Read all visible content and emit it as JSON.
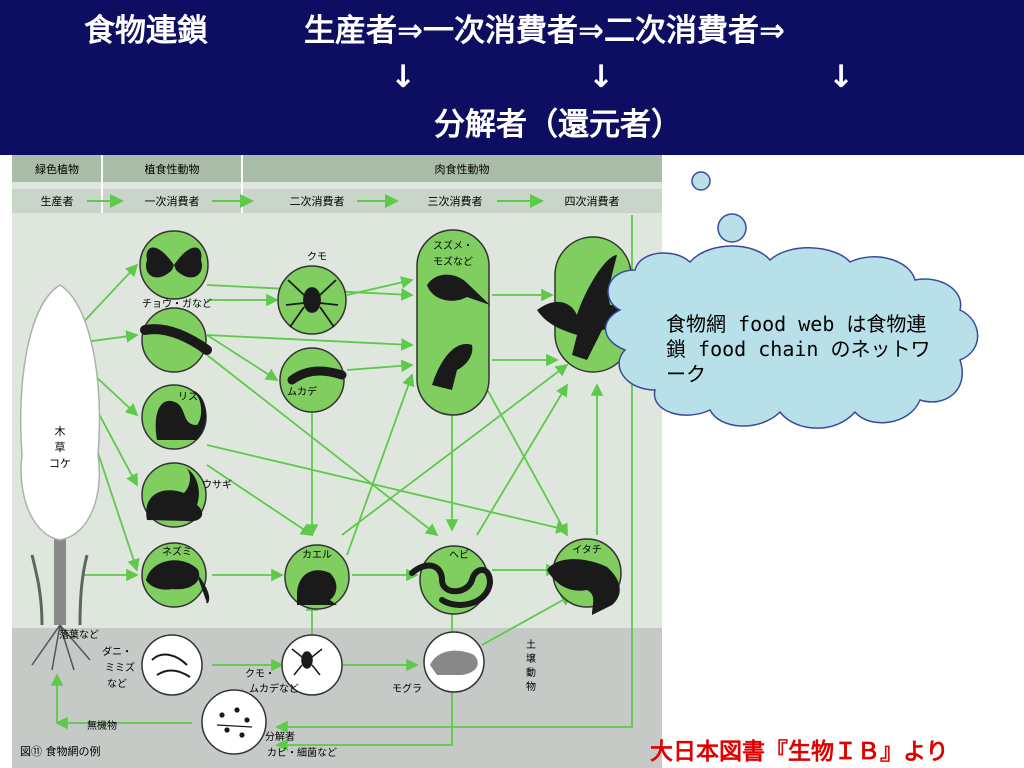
{
  "header": {
    "title": "食物連鎖",
    "chain": "生産者⇒一次消費者⇒二次消費者⇒",
    "arrow": "↓",
    "decomposer": "分解者（還元者）"
  },
  "diagram": {
    "categories": [
      "緑色植物",
      "植食性動物",
      "肉食性動物"
    ],
    "levels": [
      "生産者",
      "一次消費者",
      "二次消費者",
      "三次消費者",
      "四次消費者"
    ],
    "plant_label": [
      "木",
      "草",
      "コケ"
    ],
    "organisms": {
      "butterfly": "チョウ・ガなど",
      "squirrel": "リス",
      "rabbit": "ウサギ",
      "mouse": "ネズミ",
      "spider": "クモ",
      "centipede": "ムカデ",
      "frog": "カエル",
      "birds": [
        "スズメ・",
        "モズなど"
      ],
      "snake": "ヘビ",
      "weasel": "イタチ",
      "litter": "落葉など",
      "mites": [
        "ダニ・",
        "ミミズ",
        "など"
      ],
      "soil_spider": [
        "クモ・",
        "ムカデなど"
      ],
      "mole": "モグラ",
      "soil_animals": [
        "土",
        "壌",
        "動",
        "物"
      ],
      "inorganic": "無機物",
      "decomposer": [
        "分解者",
        "カビ・細菌など"
      ]
    },
    "figure_caption": "図⑪ 食物網の例"
  },
  "callout": {
    "text": "食物網 food web は食物連鎖 food chain のネットワーク"
  },
  "credit": "大日本図書『生物ＩＢ』より",
  "colors": {
    "header_bg": "#0d0d62",
    "arrow_green": "#5ec94a",
    "circle_fill": "#7fce5f",
    "callout_fill": "#b8e0e8",
    "credit_red": "#e00000"
  }
}
